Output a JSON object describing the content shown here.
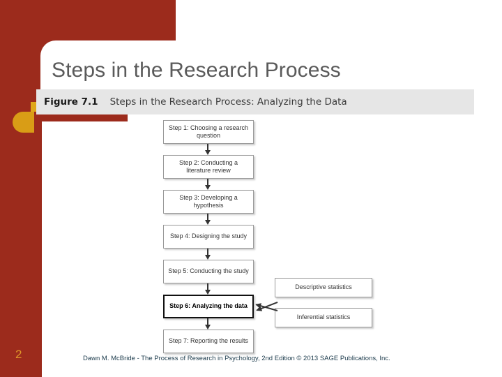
{
  "slide": {
    "title": "Steps in the Research Process",
    "number": "2",
    "footer_credit": "Dawn M. McBride - The Process of Research in Psychology, 2nd Edition © 2013 SAGE Publications, Inc."
  },
  "figure": {
    "number_label": "Figure 7.1",
    "caption": "Steps in the Research Process: Analyzing the Data"
  },
  "chart_data": {
    "type": "diagram",
    "title": "Steps in the Research Process: Analyzing the Data",
    "main_steps": [
      {
        "id": "step-1",
        "label": "Step 1: Choosing a research question",
        "highlighted": false
      },
      {
        "id": "step-2",
        "label": "Step 2: Conducting a literature review",
        "highlighted": false
      },
      {
        "id": "step-3",
        "label": "Step 3: Developing a hypothesis",
        "highlighted": false
      },
      {
        "id": "step-4",
        "label": "Step 4: Designing the study",
        "highlighted": false
      },
      {
        "id": "step-5",
        "label": "Step 5: Conducting the study",
        "highlighted": false
      },
      {
        "id": "step-6",
        "label": "Step 6: Analyzing the data",
        "highlighted": true
      },
      {
        "id": "step-7",
        "label": "Step 7: Reporting the results",
        "highlighted": false
      }
    ],
    "side_nodes": [
      {
        "id": "descriptive-statistics",
        "label": "Descriptive statistics",
        "points_to": "step-6"
      },
      {
        "id": "inferential-statistics",
        "label": "Inferential statistics",
        "points_to": "step-6"
      }
    ],
    "connections": [
      {
        "from": "step-1",
        "to": "step-2"
      },
      {
        "from": "step-2",
        "to": "step-3"
      },
      {
        "from": "step-3",
        "to": "step-4"
      },
      {
        "from": "step-4",
        "to": "step-5"
      },
      {
        "from": "step-5",
        "to": "step-6"
      },
      {
        "from": "step-6",
        "to": "step-7"
      },
      {
        "from": "descriptive-statistics",
        "to": "step-6"
      },
      {
        "from": "inferential-statistics",
        "to": "step-6"
      }
    ]
  },
  "theme": {
    "accent_red": "#9C2B1C",
    "accent_gold": "#D99D16",
    "title_gray": "#5A5A5A",
    "band_gray": "#E6E6E6",
    "footer_navy": "#1B3A4B"
  }
}
